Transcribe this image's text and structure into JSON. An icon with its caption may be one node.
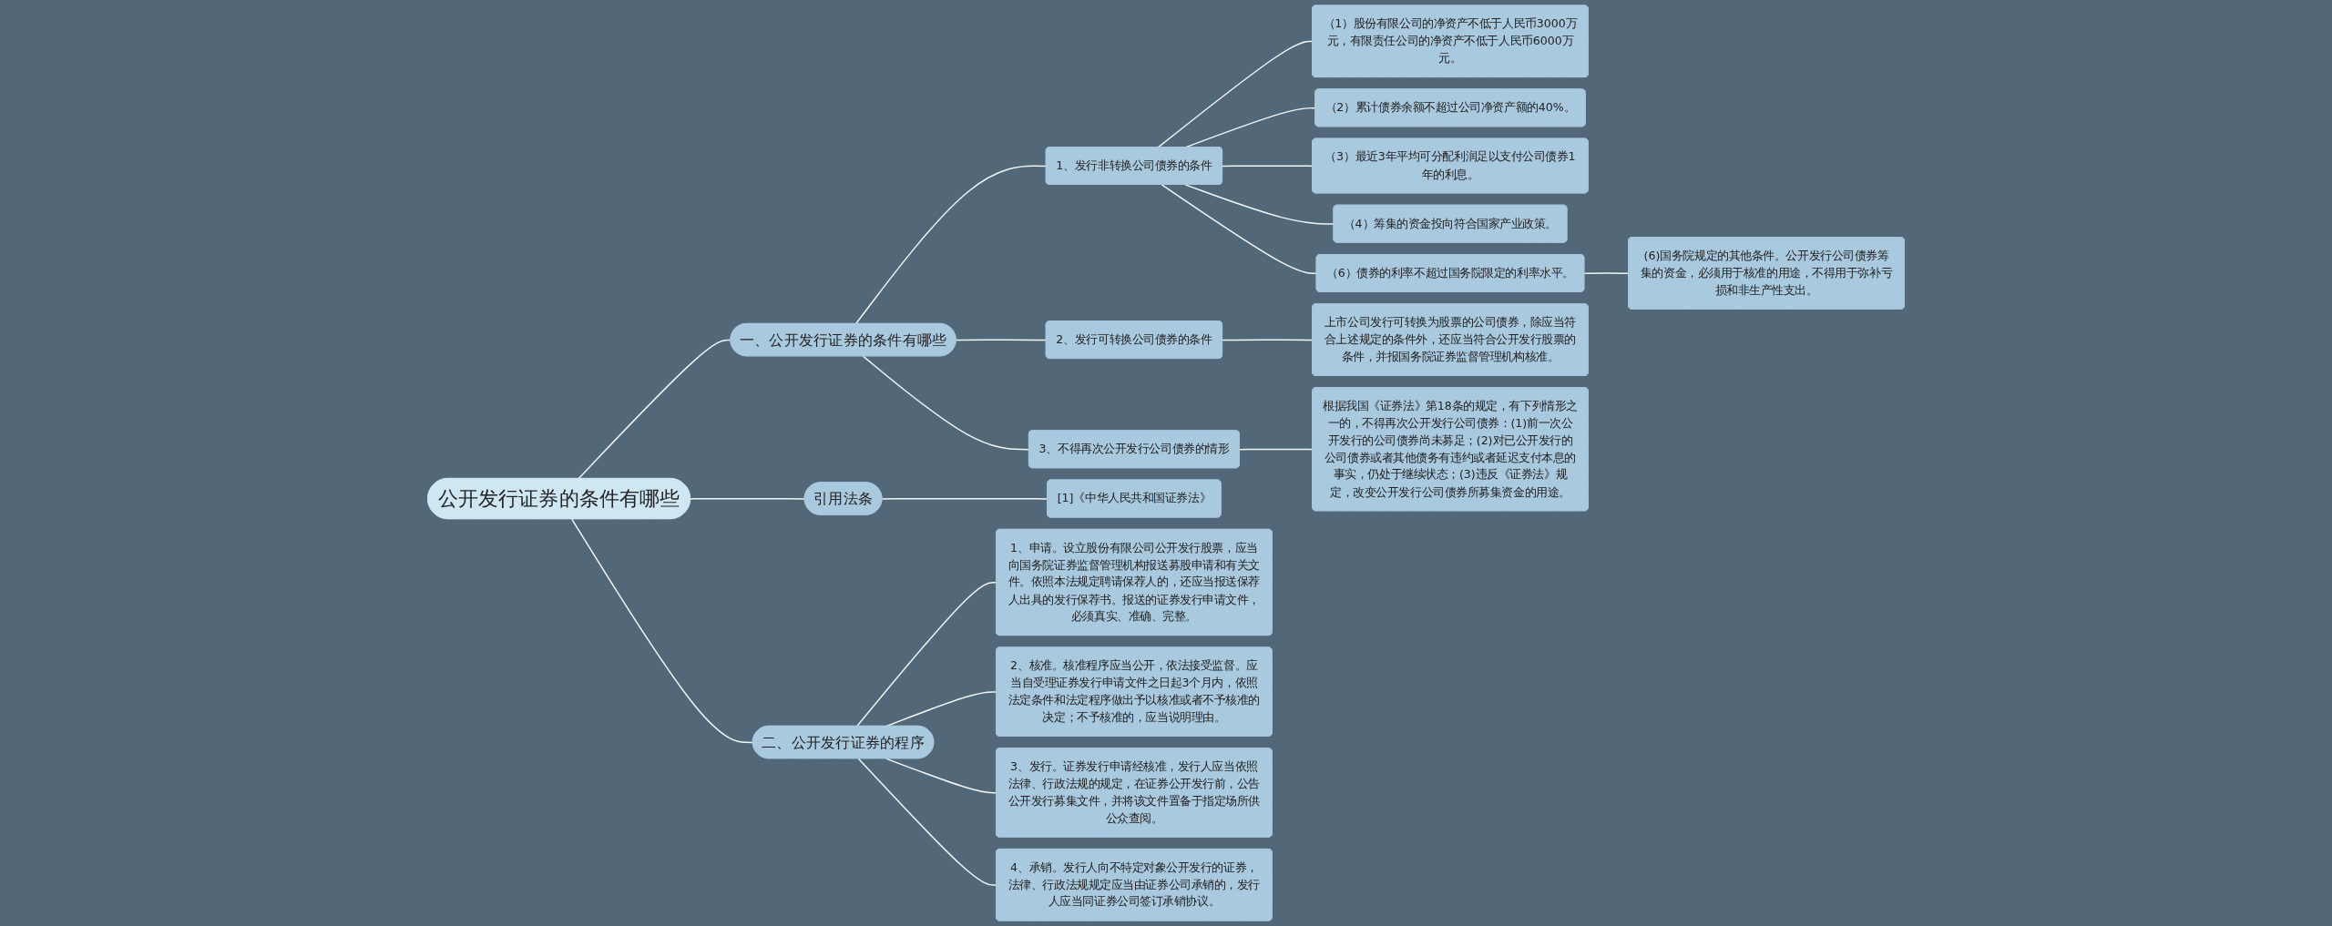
{
  "diagram": {
    "nodes": [
      {
        "text": [
          "公开发行证券的条件有哪些"
        ]
      },
      {
        "text": [
          "一、公开发行证券的条件有哪些"
        ]
      },
      {
        "text": [
          "1、发行非转换公司债券的条件"
        ]
      },
      {
        "text": [
          "（1）股份有限公司的净资产不低于人民币3000万元，有限责任公司的净资产不低于人民币6000万元。"
        ]
      },
      {
        "text": [
          "（2）累计债券余额不超过公司净资产额的40%。"
        ]
      },
      {
        "text": [
          "（3）最近3年平均可分配利润足以支付公司债券1年的利息。"
        ]
      },
      {
        "text": [
          "（4）筹集的资金投向符合国家产业政策。"
        ]
      },
      {
        "text": [
          "（6）债券的利率不超过国务院限定的利率水平。"
        ]
      },
      {
        "text": [
          "(6)国务院规定的其他条件。公开发行公司债券筹集的资金，必须用于核准的用途，不得用于弥补亏损和非生产性支出。"
        ]
      },
      {
        "text": [
          "2、发行可转换公司债券的条件"
        ]
      },
      {
        "text": [
          "上市公司发行可转换为股票的公司债券，除应当符合上述规定的条件外，还应当符合公开发行股票的条件，并报国务院证券监督管理机构核准。"
        ]
      },
      {
        "text": [
          "3、不得再次公开发行公司债券的情形"
        ]
      },
      {
        "text": [
          "根据我国《证券法》第18条的规定，有下列情形之一的，不得再次公开发行公司债券：(1)前一次公开发行的公司债券尚未募足；(2)对已公开发行的公司债券或者其他债务有违约或者延迟支付本息的事实，仍处于继续状态；(3)违反《证券法》规定，改变公开发行公司债券所募集资金的用途。"
        ]
      },
      {
        "text": [
          "引用法条"
        ]
      },
      {
        "text": [
          "[1]《中华人民共和国证券法》"
        ]
      },
      {
        "text": [
          "二、公开发行证券的程序"
        ]
      },
      {
        "text": [
          "1、申请。设立股份有限公司公开发行股票，应当向国务院证券监督管理机构报送募股申请和有关文件。依照本法规定聘请保荐人的，还应当报送保荐人出具的发行保荐书。报送的证券发行申请文件，必须真实、准确、完整。"
        ]
      },
      {
        "text": [
          "2、核准。核准程序应当公开，依法接受监督。应当自受理证券发行申请文件之日起3个月内，依照法定条件和法定程序做出予以核准或者不予核准的决定；不予核准的，应当说明理由。"
        ]
      },
      {
        "text": [
          "3、发行。证券发行申请经核准，发行人应当依照法律、行政法规的规定，在证券公开发行前，公告公开发行募集文件，并将该文件置备于指定场所供公众查阅。"
        ]
      },
      {
        "text": [
          "4、承销。发行人向不特定对象公开发行的证券，法律、行政法规规定应当由证券公司承销的，发行人应当同证券公司签订承销协议。"
        ]
      }
    ],
    "edges": [
      {
        "from": 0,
        "to": 1,
        "arrow": "none"
      },
      {
        "from": 1,
        "to": 2,
        "arrow": "none"
      },
      {
        "from": 2,
        "to": 3,
        "arrow": "none"
      },
      {
        "from": 2,
        "to": 4,
        "arrow": "none"
      },
      {
        "from": 2,
        "to": 5,
        "arrow": "none"
      },
      {
        "from": 2,
        "to": 6,
        "arrow": "none"
      },
      {
        "from": 2,
        "to": 7,
        "arrow": "none"
      },
      {
        "from": 7,
        "to": 8,
        "arrow": "none"
      },
      {
        "from": 1,
        "to": 9,
        "arrow": "none"
      },
      {
        "from": 9,
        "to": 10,
        "arrow": "none"
      },
      {
        "from": 1,
        "to": 11,
        "arrow": "none"
      },
      {
        "from": 11,
        "to": 12,
        "arrow": "none"
      },
      {
        "from": 0,
        "to": 13,
        "arrow": "none"
      },
      {
        "from": 13,
        "to": 14,
        "arrow": "none"
      },
      {
        "from": 0,
        "to": 15,
        "arrow": "none"
      },
      {
        "from": 15,
        "to": 16,
        "arrow": "none"
      },
      {
        "from": 15,
        "to": 17,
        "arrow": "none"
      },
      {
        "from": 15,
        "to": 18,
        "arrow": "none"
      },
      {
        "from": 15,
        "to": 19,
        "arrow": "none"
      }
    ]
  }
}
